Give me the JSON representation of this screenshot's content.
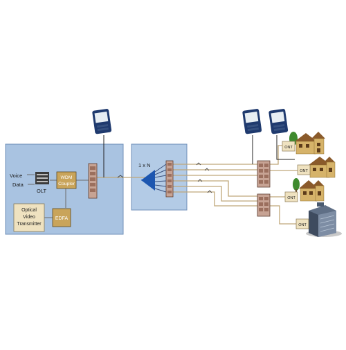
{
  "labels": {
    "voice": "Voice",
    "data": "Data",
    "olt": "OLT",
    "wdm_line1": "WDM",
    "wdm_line2": "Coupler",
    "ovt_line1": "Optical",
    "ovt_line2": "Video",
    "ovt_line3": "Transmitter",
    "edfa": "EDFA",
    "splitter": "1 x N",
    "ont": "ONT"
  },
  "colors": {
    "central_office_panel": "#a9c3e1",
    "splitter_panel": "#b3cbe6",
    "panel_border": "#6f8fb8",
    "module_fill": "#c9a45a",
    "patch_panel": "#c7a394",
    "fiber": "#bfa77a",
    "splitter": "#1c56b0",
    "otdr_body": "#1f3a6e",
    "otdr_screen": "#e7eef3"
  },
  "icons": [
    "otdr-meter-icon",
    "house-icon",
    "office-building-icon",
    "connector-icon",
    "olt-icon",
    "splitter-icon",
    "tree-icon"
  ]
}
